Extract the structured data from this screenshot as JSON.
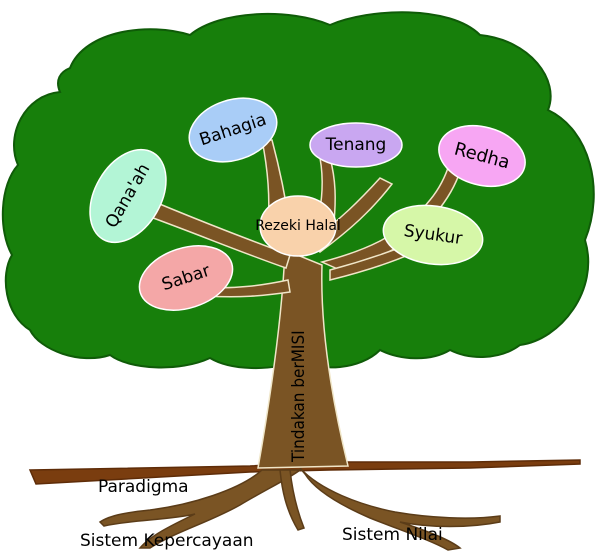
{
  "title_on_trunk": "Tindakan berMISI",
  "leaves": [
    {
      "id": "qanaah",
      "label": "Qana'ah",
      "color": "#b3f5d6"
    },
    {
      "id": "bahagia",
      "label": "Bahagia",
      "color": "#a9cdf7"
    },
    {
      "id": "tenang",
      "label": "Tenang",
      "color": "#c9a7f1"
    },
    {
      "id": "redha",
      "label": "Redha",
      "color": "#f7a6f3"
    },
    {
      "id": "rezeki",
      "label": "Rezeki Halal",
      "color": "#f9d2ab"
    },
    {
      "id": "syukur",
      "label": "Syukur",
      "color": "#d6f7a8"
    },
    {
      "id": "sabar",
      "label": "Sabar",
      "color": "#f4a7a7"
    }
  ],
  "roots": [
    {
      "id": "paradigma",
      "label": "Paradigma"
    },
    {
      "id": "kepercayaan",
      "label": "Sistem Kepercayaan"
    },
    {
      "id": "nilai",
      "label": "Sistem Nilai"
    }
  ],
  "colors": {
    "canopy": "#177f0b",
    "trunk": "#7a5424",
    "ground": "#7a3d0f"
  }
}
